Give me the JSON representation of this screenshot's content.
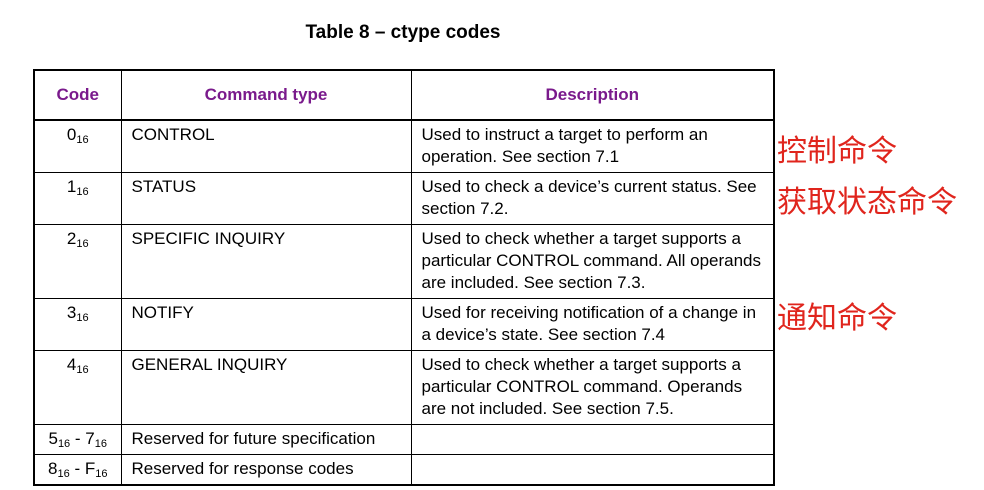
{
  "title": "Table 8 – ctype codes",
  "headers": {
    "code": "Code",
    "command_type": "Command type",
    "description": "Description"
  },
  "rows": [
    {
      "code": [
        {
          "n": "0",
          "sub": "16"
        }
      ],
      "command_type": "CONTROL",
      "description": "Used to instruct a target to perform an operation. See section 7.1"
    },
    {
      "code": [
        {
          "n": "1",
          "sub": "16"
        }
      ],
      "command_type": "STATUS",
      "description": "Used to check a device’s current status. See section 7.2."
    },
    {
      "code": [
        {
          "n": "2",
          "sub": "16"
        }
      ],
      "command_type": "SPECIFIC INQUIRY",
      "description": "Used to check whether a target supports a particular CONTROL command. All operands are included. See section 7.3."
    },
    {
      "code": [
        {
          "n": "3",
          "sub": "16"
        }
      ],
      "command_type": "NOTIFY",
      "description": "Used for receiving notification of a change in a device’s state. See section 7.4"
    },
    {
      "code": [
        {
          "n": "4",
          "sub": "16"
        }
      ],
      "command_type": "GENERAL INQUIRY",
      "description": "Used to check whether a target supports a particular CONTROL command. Operands are not included. See section 7.5."
    },
    {
      "code": [
        {
          "n": "5",
          "sub": "16"
        },
        {
          "n": "7",
          "sub": "16"
        }
      ],
      "command_type": "Reserved for future specification",
      "description": ""
    },
    {
      "code": [
        {
          "n": "8",
          "sub": "16"
        },
        {
          "n": "F",
          "sub": "16"
        }
      ],
      "command_type": "Reserved for response codes",
      "description": ""
    }
  ],
  "annotations": {
    "control": "控制命令",
    "status": "获取状态命令",
    "notify": "通知命令",
    "color": "#e0251d"
  }
}
